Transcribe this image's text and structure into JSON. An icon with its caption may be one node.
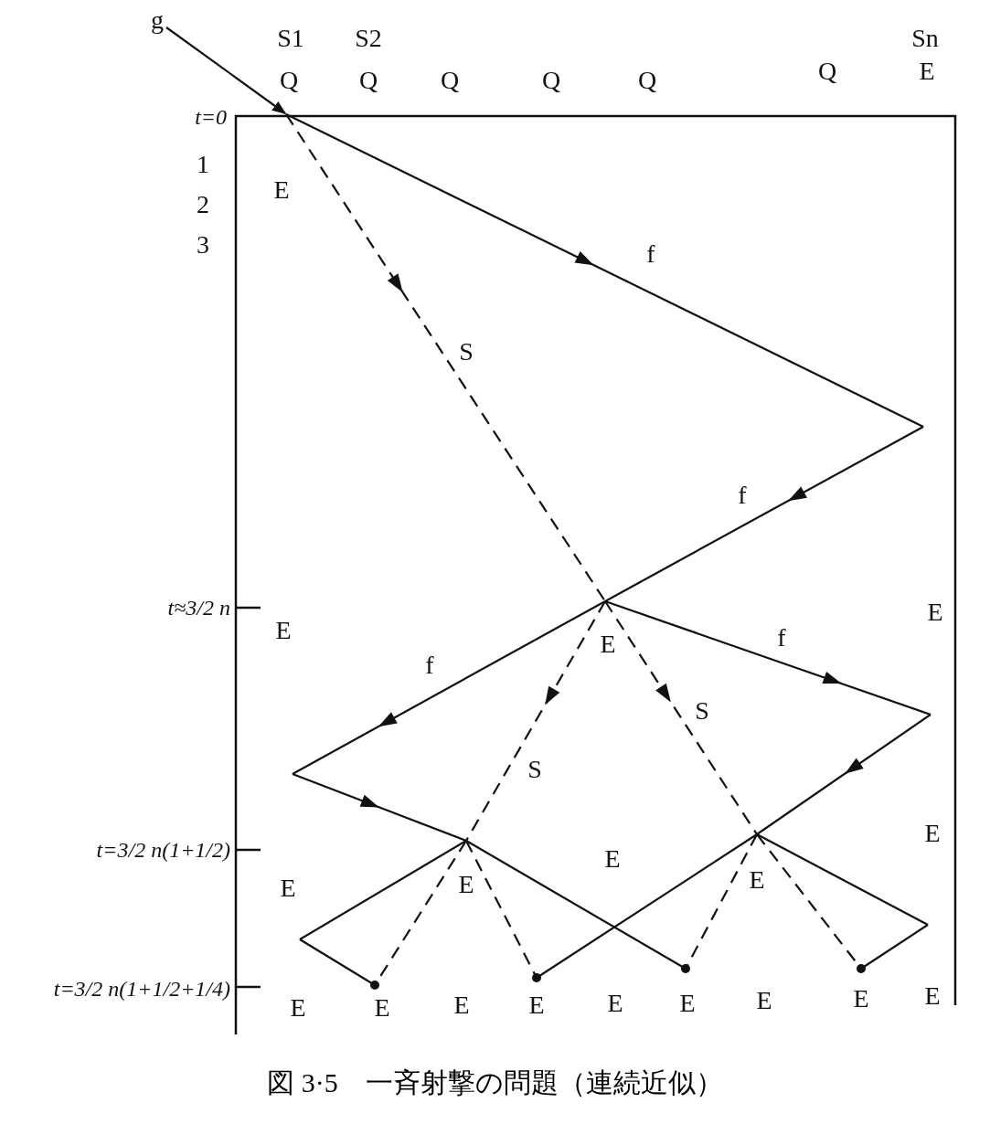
{
  "diagram": {
    "caption": "図 3·5　一斉射撃の問題（連続近似）",
    "labels": [
      "g",
      "S1",
      "S2",
      "Sn",
      "Q",
      "Q",
      "Q",
      "Q",
      "Q",
      "Q",
      "E",
      "t=0",
      "1",
      "E",
      "2",
      "3",
      "f",
      "S",
      "f",
      "t≈3/2 n",
      "E",
      "E",
      "E",
      "f",
      "f",
      "S",
      "S",
      "t=3/2 n(1+1/2)",
      "E",
      "E",
      "E",
      "E",
      "E",
      "t=3/2 n(1+1/2+1/4)",
      "E",
      "E",
      "E",
      "E",
      "E",
      "E",
      "E",
      "E",
      "E"
    ]
  }
}
